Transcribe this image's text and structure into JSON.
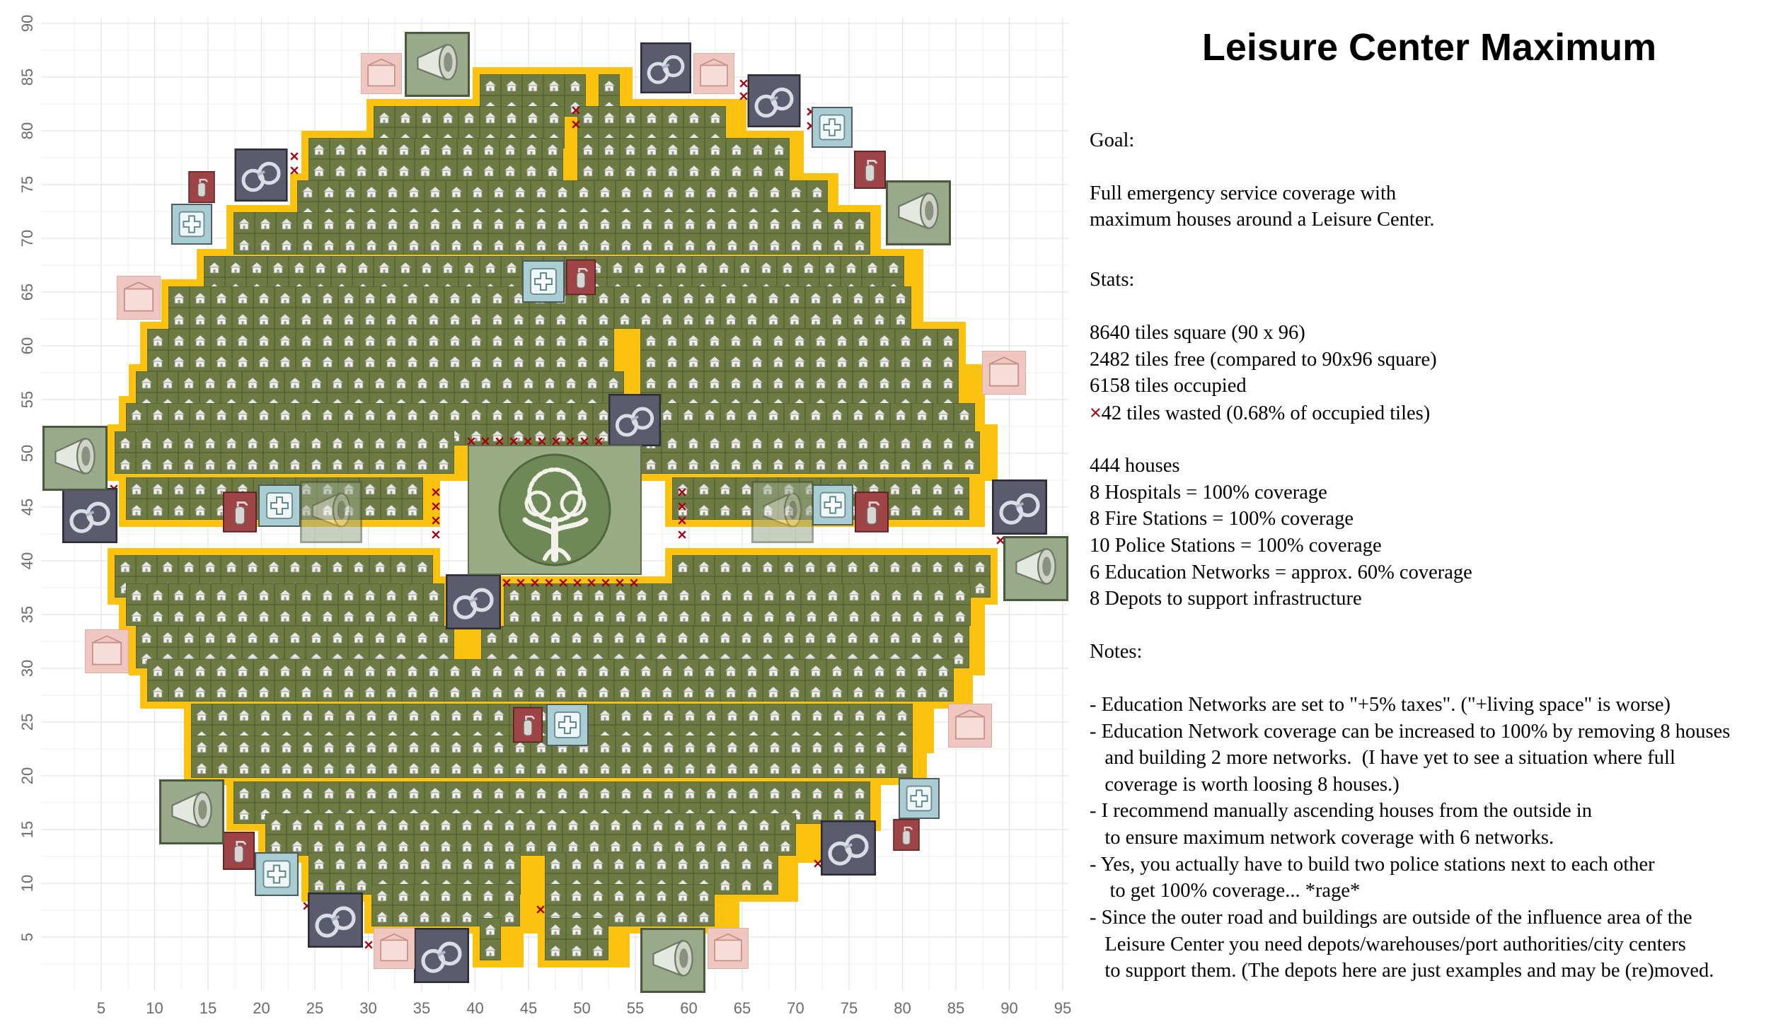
{
  "title": "Leisure Center Maximum",
  "axes": {
    "x_ticks": [
      "5",
      "10",
      "15",
      "20",
      "25",
      "30",
      "35",
      "40",
      "45",
      "50",
      "55",
      "60",
      "65",
      "70",
      "75",
      "80",
      "85",
      "90",
      "95"
    ],
    "y_ticks": [
      "5",
      "10",
      "15",
      "20",
      "25",
      "30",
      "35",
      "40",
      "45",
      "50",
      "55",
      "60",
      "65",
      "70",
      "75",
      "80",
      "85",
      "90"
    ]
  },
  "map": {
    "grid": true,
    "center_building": "leisure-center-tree-icon",
    "house_icon": "house-icon",
    "service_icons": {
      "hospital": "medical-cross-icon",
      "fire_station": "fire-extinguisher-icon",
      "police_station": "handcuffs-icon",
      "education_network": "megaphone-icon",
      "depot": "depot-crate-icon",
      "wasted_tile": "red-x-icon"
    },
    "colors": {
      "road": "#fcc20e",
      "house_tile": "#6d7a42",
      "grid_line": "#e6e6e6",
      "wasted": "#a50010",
      "hospital": "#a9cdd3",
      "fire_station": "#9e4446",
      "police_station": "#5a5c6e",
      "education": "#9aa98a",
      "depot": "#efc7c0"
    }
  },
  "info": {
    "goal_heading": "Goal:",
    "goal_lines": [
      "Full emergency service coverage with",
      "maximum houses around a Leisure Center."
    ],
    "stats_heading": "Stats:",
    "stats_lines": [
      "8640 tiles square (90 x 96)",
      "2482 tiles free (compared to 90x96 square)",
      "6158 tiles occupied"
    ],
    "wasted_mark": "×",
    "wasted_text": "42 tiles wasted (0.68% of occupied tiles)",
    "building_lines": [
      "444 houses",
      "8 Hospitals = 100% coverage",
      "8 Fire Stations = 100% coverage",
      "10 Police Stations = 100% coverage",
      "6 Education Networks = approx. 60% coverage",
      "8 Depots to support infrastructure"
    ],
    "notes_heading": "Notes:",
    "notes_lines": [
      "- Education Networks are set to \"+5% taxes\". (\"+living space\" is worse)",
      "- Education Network coverage can be increased to 100% by removing 8 houses",
      "   and building 2 more networks.  (I have yet to see a situation where full",
      "   coverage is worth loosing 8 houses.)",
      "- I recommend manually ascending houses from the outside in",
      "   to ensure maximum network coverage with 6 networks.",
      "- Yes, you actually have to build two police stations next to each other",
      "    to get 100% coverage... *rage*",
      "- Since the outer road and buildings are outside of the influence area of the",
      "   Leisure Center you need depots/warehouses/port authorities/city centers",
      "   to support them. (The depots here are just examples and may be (re)moved."
    ]
  }
}
